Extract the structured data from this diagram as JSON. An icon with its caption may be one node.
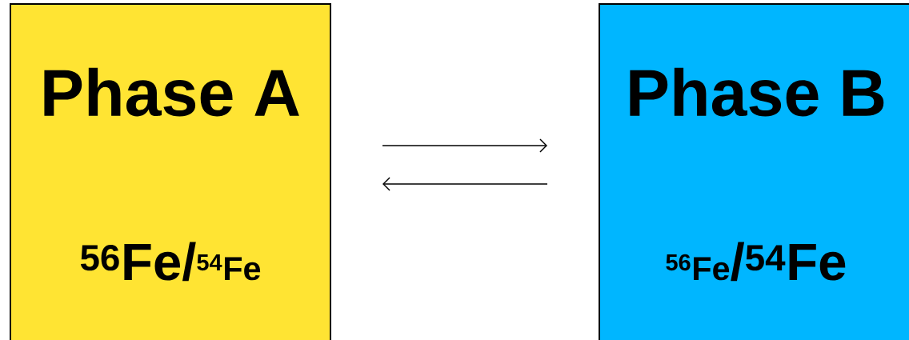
{
  "diagram": {
    "nodes": [
      {
        "text": [
          "Phase A",
          "$^{56}$Fe",
          "/",
          "$^{54}$Fe"
        ]
      },
      {
        "text": [
          "Phase B",
          "$^{56}$Fe",
          "/",
          "$^{54}$Fe"
        ]
      }
    ],
    "edges": [
      {
        "from": 0,
        "to": 1,
        "arrow": "to"
      },
      {
        "from": 1,
        "to": 0,
        "arrow": "to"
      }
    ]
  }
}
